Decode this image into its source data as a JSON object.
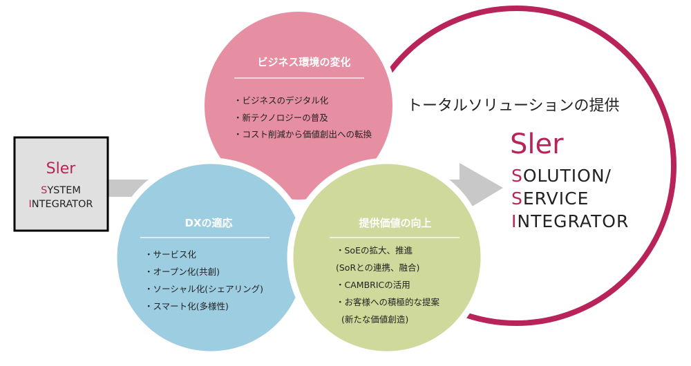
{
  "colors": {
    "accent": "#b8245a",
    "pink": "#e68fa2",
    "blue": "#9dcde0",
    "green": "#cfd99c",
    "arrow": "#c8c8c8",
    "box": "#e0e0e0"
  },
  "left_box": {
    "title": "Sler",
    "line1": {
      "first": "S",
      "rest": "YSTEM"
    },
    "line2": {
      "first": "I",
      "rest": "NTEGRATOR"
    }
  },
  "pink": {
    "title": "ビジネス環境の変化",
    "items": [
      "・ビジネスのデジタル化",
      "・新テクノロジーの普及",
      "・コスト削減から価値創出への転換"
    ]
  },
  "blue": {
    "title": "DXの適応",
    "items": [
      "・サービス化",
      "・オープン化(共創)",
      "・ソーシャル化(シェアリング)",
      "・スマート化(多様性)"
    ]
  },
  "green": {
    "title": "提供価値の向上",
    "items": [
      "・SoEの拡大、推進",
      "(SoRとの連携、融合)",
      "・CAMBRICの活用",
      "・お客様への積極的な提案",
      "(新たな価値創造)"
    ]
  },
  "right": {
    "heading": "トータルソリューションの提供",
    "title": "Sler",
    "line1": {
      "first": "S",
      "rest": "OLUTION/"
    },
    "line2": {
      "first": "S",
      "rest": "ERVICE"
    },
    "line3": {
      "first": "I",
      "rest": "NTEGRATOR"
    }
  }
}
